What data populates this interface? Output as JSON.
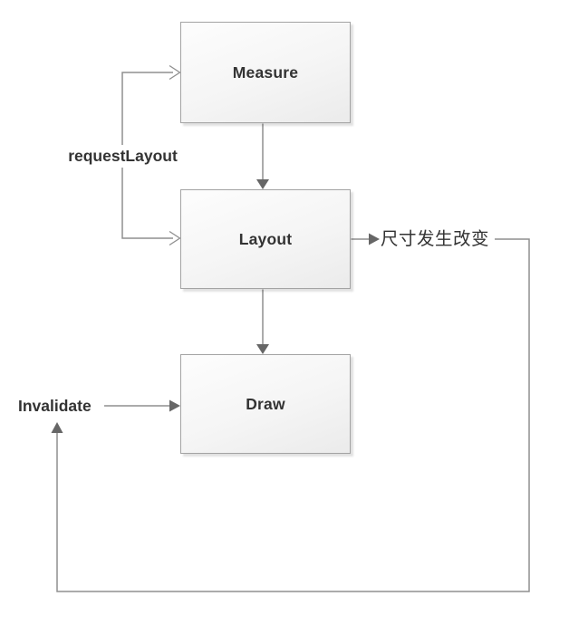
{
  "diagram": {
    "type": "flowchart",
    "nodes": [
      {
        "id": "measure",
        "label": "Measure"
      },
      {
        "id": "layout",
        "label": "Layout"
      },
      {
        "id": "draw",
        "label": "Draw"
      }
    ],
    "edge_labels": {
      "request_layout": "requestLayout",
      "size_changed": "尺寸发生改变",
      "invalidate": "Invalidate"
    },
    "edges": [
      {
        "from": "requestLayout",
        "to": "Measure",
        "arrowhead": "open"
      },
      {
        "from": "requestLayout",
        "to": "Layout",
        "arrowhead": "open"
      },
      {
        "from": "Measure",
        "to": "Layout",
        "arrowhead": "solid"
      },
      {
        "from": "Layout",
        "to": "Draw",
        "arrowhead": "solid"
      },
      {
        "from": "Layout",
        "to": "尺寸发生改变",
        "arrowhead": "solid"
      },
      {
        "from": "尺寸发生改变",
        "to": "Invalidate",
        "arrowhead": "solid"
      },
      {
        "from": "Invalidate",
        "to": "Draw",
        "arrowhead": "solid"
      }
    ],
    "colors": {
      "background": "#ffffff",
      "line": "#8f8f8f",
      "arrow_fill": "#666666",
      "node_border": "#a3a3a3",
      "node_fill_top": "#fdfdfd",
      "node_fill_bottom": "#ebebeb",
      "text": "#333333"
    }
  }
}
